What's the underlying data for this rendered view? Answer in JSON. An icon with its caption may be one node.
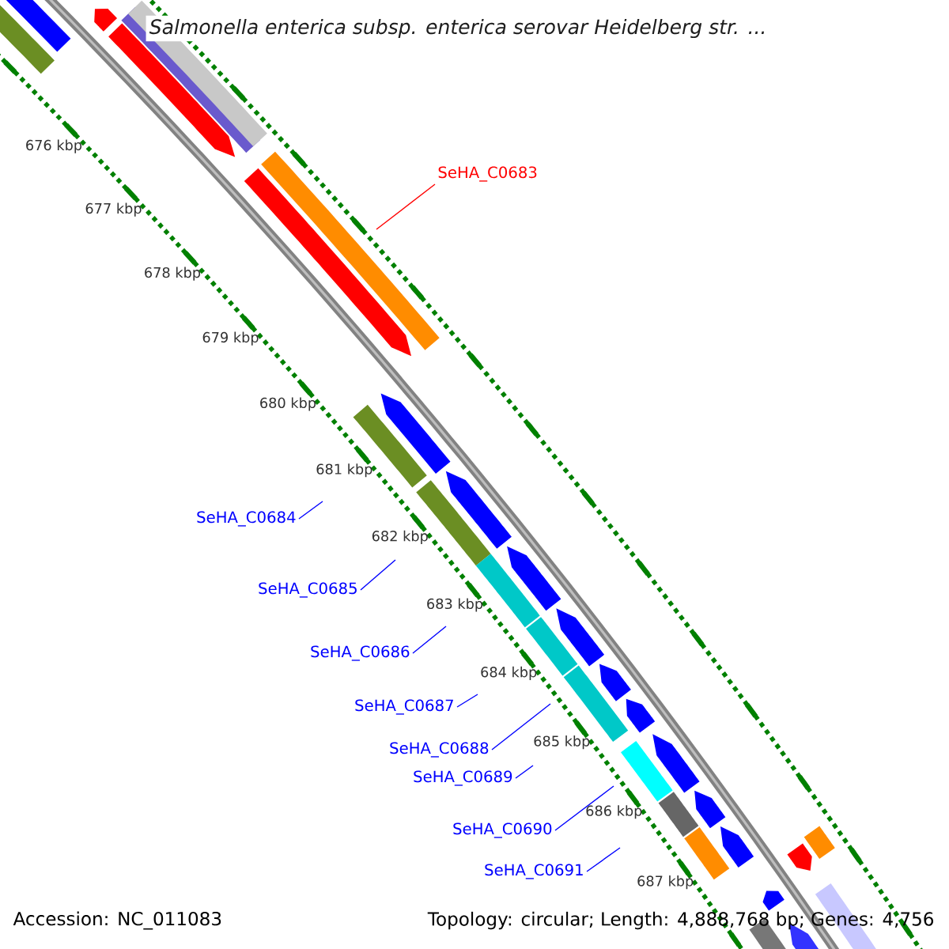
{
  "diagram": {
    "title": "Salmonella enterica subsp. enterica serovar Heidelberg str. ...",
    "nodes": [
      {
        "text": [
          "SeHA_C0683"
        ]
      },
      {
        "text": [
          "SeHA_C0684"
        ]
      },
      {
        "text": [
          "SeHA_C0685"
        ]
      },
      {
        "text": [
          "SeHA_C0686"
        ]
      },
      {
        "text": [
          "SeHA_C0687"
        ]
      },
      {
        "text": [
          "SeHA_C0688"
        ]
      },
      {
        "text": [
          "SeHA_C0689"
        ]
      },
      {
        "text": [
          "SeHA_C0690"
        ]
      },
      {
        "text": [
          "SeHA_C0691"
        ]
      }
    ],
    "edges": [
      {
        "from": 0,
        "to": null,
        "arrow": "none",
        "color": "#ff0000"
      },
      {
        "from": 1,
        "to": null,
        "arrow": "none"
      },
      {
        "from": 2,
        "to": null,
        "arrow": "none"
      },
      {
        "from": 3,
        "to": null,
        "arrow": "none"
      },
      {
        "from": 4,
        "to": null,
        "arrow": "none"
      },
      {
        "from": 5,
        "to": null,
        "arrow": "none"
      },
      {
        "from": 6,
        "to": null,
        "arrow": "none"
      },
      {
        "from": 7,
        "to": null,
        "arrow": "none"
      },
      {
        "from": 8,
        "to": null,
        "arrow": "none"
      }
    ],
    "labels": [
      "676 kbp",
      "677 kbp",
      "678 kbp",
      "679 kbp",
      "680 kbp",
      "681 kbp",
      "682 kbp",
      "683 kbp",
      "684 kbp",
      "685 kbp",
      "686 kbp",
      "687 kbp",
      "Accession: NC_011083",
      "Topology: circular; Length: 4,888,768 bp; Genes: 4,756"
    ]
  }
}
